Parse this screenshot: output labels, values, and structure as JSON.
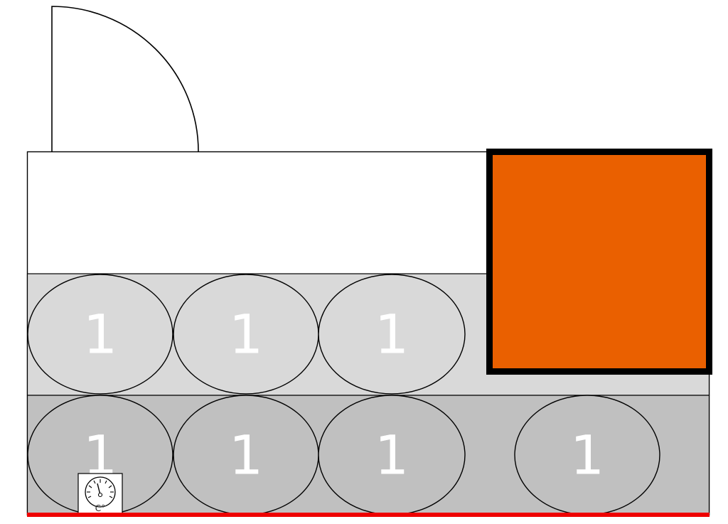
{
  "diagram": {
    "door_icon": "door-swing-icon",
    "upper_row": {
      "cells": [
        {
          "label": "1"
        },
        {
          "label": "1"
        },
        {
          "label": "1"
        }
      ]
    },
    "lower_row": {
      "cells": [
        {
          "label": "1"
        },
        {
          "label": "1"
        },
        {
          "label": "1"
        },
        {
          "label": "1"
        }
      ]
    },
    "thermometer": {
      "icon": "thermometer-gauge-icon",
      "unit": "C°"
    },
    "colors": {
      "orange_block_fill": "#ea6000",
      "orange_block_border": "#000000",
      "upper_row_fill": "#d9d9d9",
      "lower_row_fill": "#c0c0c0",
      "bottom_strip": "#ee0000",
      "cell_label": "#ffffff"
    }
  }
}
